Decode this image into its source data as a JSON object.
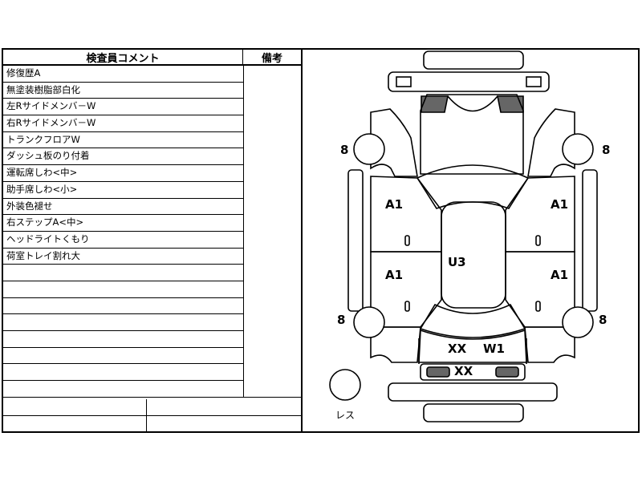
{
  "header": {
    "comment_title": "検査員コメント",
    "remarks_title": "備考"
  },
  "comments": [
    "修復歴A",
    "無塗装樹脂部白化",
    "左Rサイドメンバ－W",
    "右Rサイドメンバ－W",
    "トランクフロアW",
    "ダッシュ板のり付着",
    "運転席しわ<中>",
    "助手席しわ<小>",
    "外装色褪せ",
    "右ステップA<中>",
    "ヘッドライトくもり",
    "荷室トレイ割れ大",
    "",
    "",
    "",
    "",
    "",
    "",
    "",
    ""
  ],
  "diagram": {
    "labels": {
      "wheel_fl": "8",
      "wheel_fr": "8",
      "wheel_rl": "8",
      "wheel_rr": "8",
      "door_fl": "A1",
      "door_fr": "A1",
      "door_rl": "A1",
      "door_rr": "A1",
      "roof": "U3",
      "rear_left": "XX",
      "rear_right": "W1",
      "rear_bumper": "XX",
      "spare": "レス"
    },
    "colors": {
      "line": "#000000",
      "fill": "#ffffff",
      "lamp": "#666666"
    }
  }
}
